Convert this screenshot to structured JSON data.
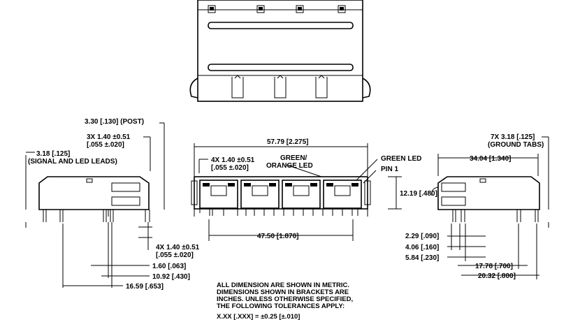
{
  "dimensions": {
    "post_height": "3.30 [.130] (POST)",
    "left_3x_a": "3X 1.40 ±0.51",
    "left_3x_b": "[.055 ±.020]",
    "signal_leads_a": "3.18 [.125]",
    "signal_leads_b": "(SIGNAL AND LED LEADS)",
    "left_4x_a": "4X 1.40 ±0.51",
    "left_4x_b": "[.055 ±.020]",
    "dim_160": "1.60 [.063]",
    "dim_1092": "10.92 [.430]",
    "dim_1659": "16.59 [.653]",
    "overall_width": "57.79 [2.275]",
    "front_4x_a": "4X 1.40 ±0.51",
    "front_4x_b": "[.055 ±.020]",
    "green_orange_a": "GREEN/",
    "green_orange_b": "ORANGE LED",
    "green_led": "GREEN LED",
    "pin1": "PIN 1",
    "height_1219": "12.19 [.480]",
    "pitch_4750": "47.50 [1.870]",
    "ground_tabs_a": "7X 3.18 [.125]",
    "ground_tabs_b": "(GROUND TABS)",
    "depth_3404": "34.04 [1.340]",
    "dim_229": "2.29 [.090]",
    "dim_406": "4.06 [.160]",
    "dim_584": "5.84 [.230]",
    "dim_1778": "17.78 [.700]",
    "dim_2032": "20.32 [.800]"
  },
  "notes": {
    "line1": "ALL DIMENSION ARE SHOWN IN METRIC.",
    "line2": "DIMENSIONS SHOWN IN BRACKETS ARE",
    "line3": "INCHES. UNLESS OTHERWISE SPECIFIED,",
    "line4": "THE FOLLOWING TOLERANCES APPLY:",
    "line5": "X.XX [.XXX] = ±0.25 [±.010]"
  }
}
